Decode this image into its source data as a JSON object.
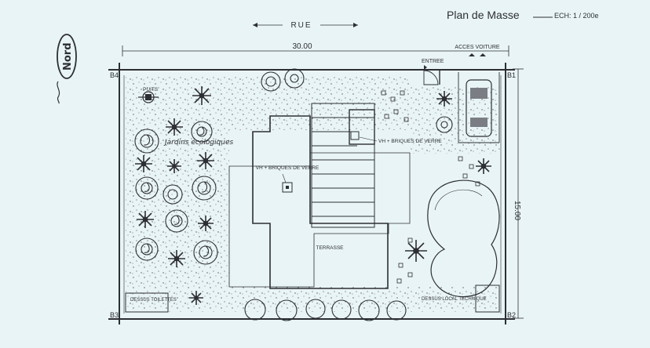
{
  "header": {
    "title": "Plan de Masse",
    "scale": "ECH: 1 / 200e",
    "street": "RUE",
    "north": "Nord"
  },
  "dimensions": {
    "width_label": "30.00",
    "depth_label": "15.00"
  },
  "corners": {
    "top_left": "B4",
    "top_right": "B1",
    "bottom_left": "B3",
    "bottom_right": "B2"
  },
  "labels": {
    "well": "PUITS",
    "garden": "Jardins écologiques",
    "entry": "ENTREE",
    "car_access": "ACCES VOITURE",
    "glass_brick_1": "VH + BRIQUES DE VERRE",
    "glass_brick_2": "VH + BRIQUES DE VERRE",
    "terrace": "TERRASSE",
    "toilet": "DESSUS TOILETTES",
    "tech_room": "DESSUS LOCAL TECHNIQUE"
  }
}
